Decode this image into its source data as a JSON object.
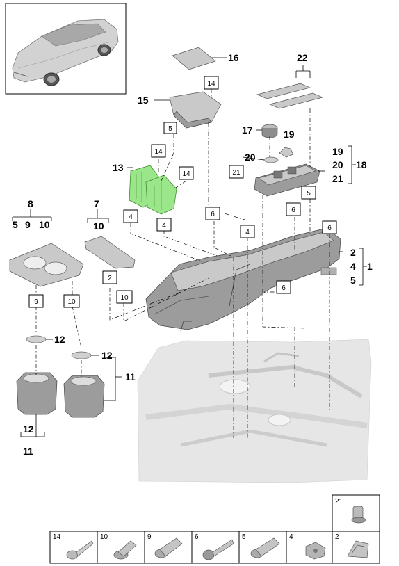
{
  "labels": {
    "main": [
      "16",
      "22",
      "15",
      "17",
      "19",
      "20",
      "13",
      "19",
      "20",
      "18",
      "21",
      "8",
      "7",
      "5",
      "9",
      "10",
      "10",
      "1",
      "2",
      "4",
      "5",
      "12",
      "12",
      "11",
      "12",
      "11"
    ],
    "boxes": [
      "14",
      "5",
      "14",
      "14",
      "21",
      "5",
      "6",
      "4",
      "4",
      "6",
      "6",
      "4",
      "2",
      "6",
      "9",
      "10",
      "10"
    ],
    "strip_top": "21",
    "strip": [
      "14",
      "10",
      "9",
      "6",
      "5",
      "4",
      "2"
    ]
  },
  "icons": {
    "car": "car-overview-icon",
    "console": "center-console-icon",
    "cupholder": "cupholder-icon",
    "floor": "vehicle-floor-icon"
  }
}
